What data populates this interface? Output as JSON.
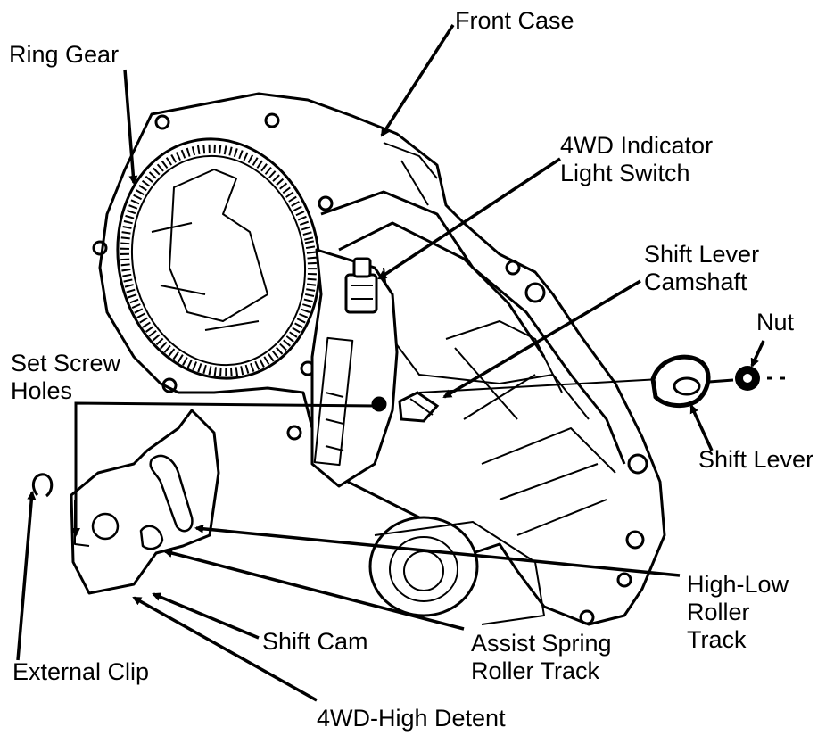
{
  "labels": {
    "front_case": "Front Case",
    "ring_gear": "Ring Gear",
    "indicator_switch": [
      "4WD Indicator",
      "Light Switch"
    ],
    "shift_lever_camshaft": [
      "Shift Lever",
      "Camshaft"
    ],
    "nut": "Nut",
    "set_screw_holes": [
      "Set Screw",
      "Holes"
    ],
    "shift_lever": "Shift Lever",
    "high_low_roller_track": [
      "High-Low",
      "Roller",
      "Track"
    ],
    "assist_spring_roller_track": [
      "Assist Spring",
      "Roller Track"
    ],
    "shift_cam": "Shift Cam",
    "external_clip": "External Clip",
    "high_detent": "4WD-High Detent"
  },
  "colors": {
    "ink": "#000000",
    "paper": "#ffffff"
  }
}
